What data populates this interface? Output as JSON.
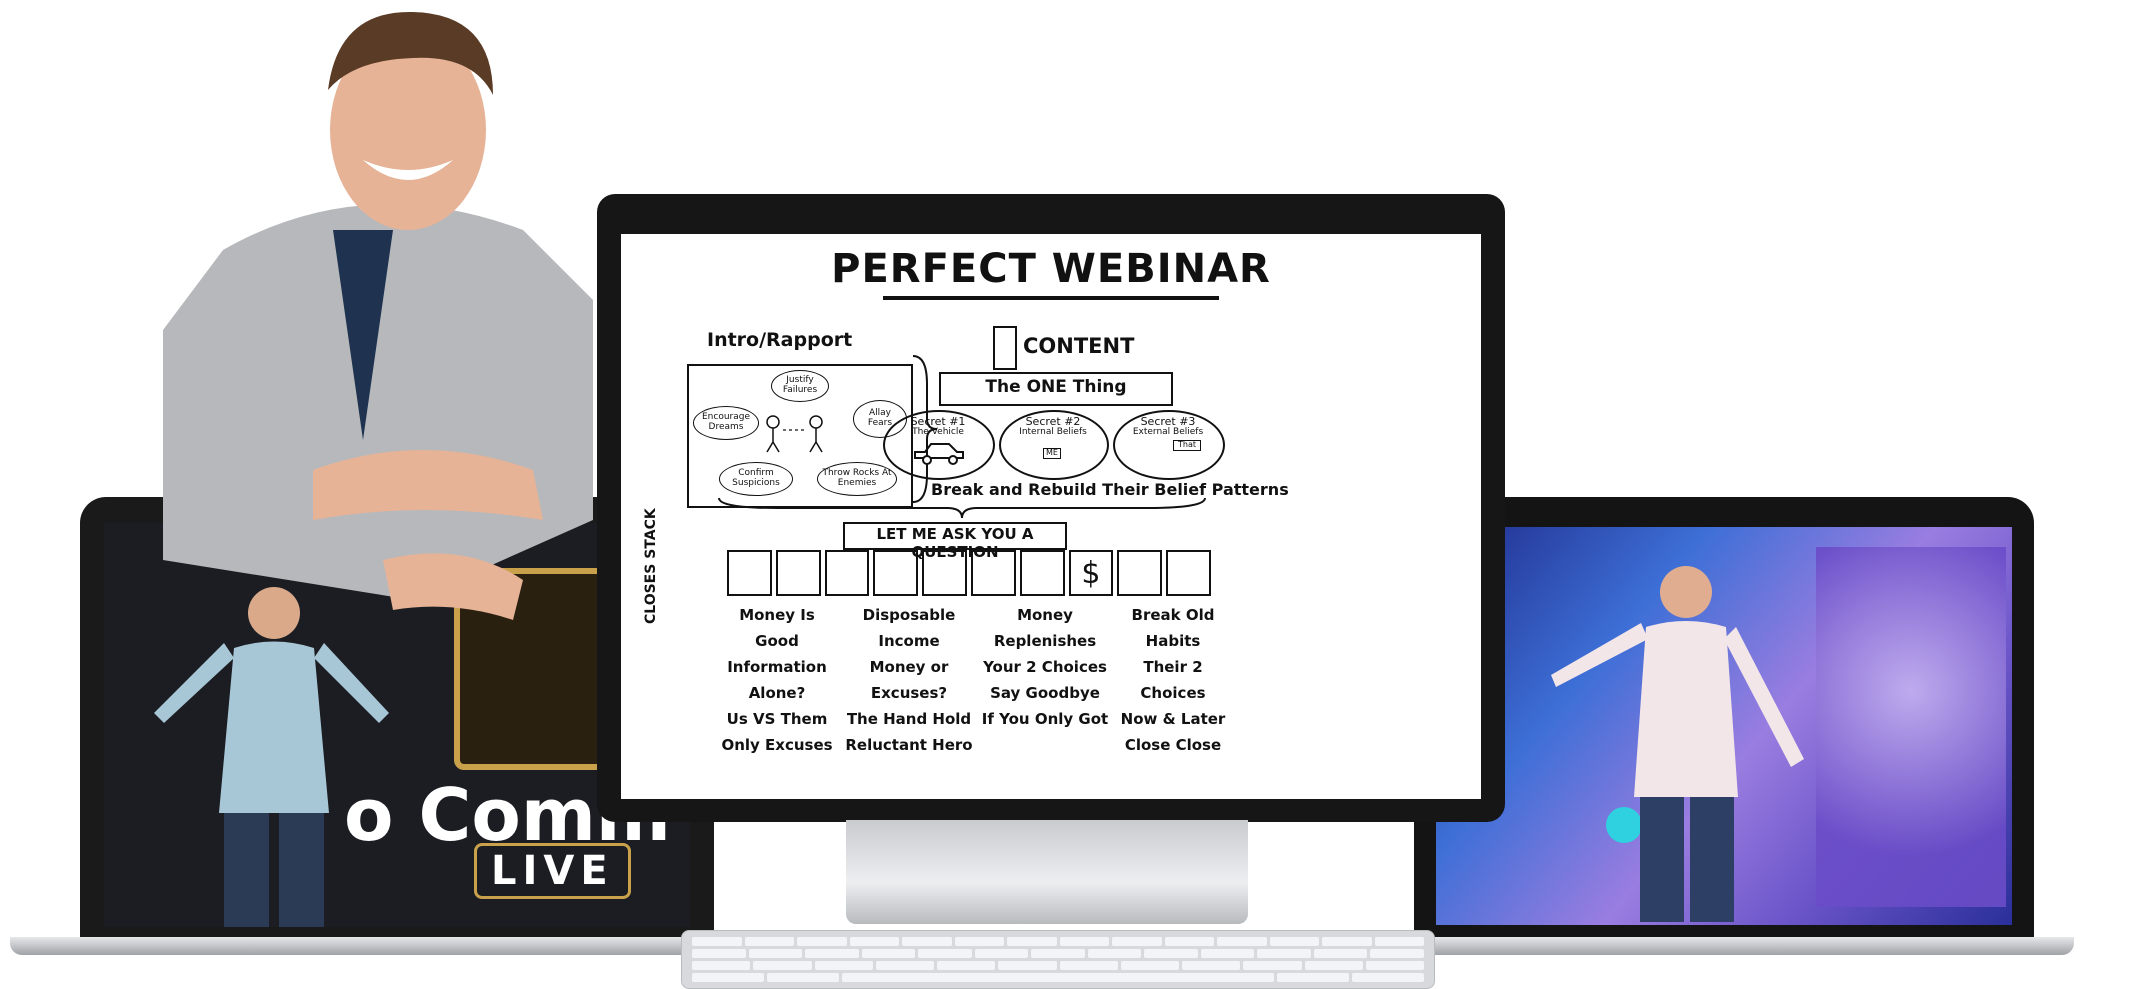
{
  "whiteboard": {
    "title": "PERFECT WEBINAR",
    "intro_label": "Intro/Rapport",
    "intro_bubbles": [
      "Justify Failures",
      "Encourage Dreams",
      "Allay Fears",
      "Confirm Suspicions",
      "Throw Rocks At Enemies"
    ],
    "content_label": "CONTENT",
    "one_thing": "The ONE Thing",
    "secrets": [
      {
        "title": "Secret #1",
        "subtitle": "The Vehicle"
      },
      {
        "title": "Secret #2",
        "subtitle": "Internal Beliefs"
      },
      {
        "title": "Secret #3",
        "subtitle": "External Beliefs"
      }
    ],
    "me_label": "ME",
    "that_label": "That",
    "belief_line": "Break and Rebuild Their Belief Patterns",
    "question": "LET ME ASK YOU A QUESTION",
    "closes_stack": "CLOSES STACK",
    "dollar": "$",
    "columns": [
      [
        "Money Is Good",
        "Information Alone?",
        "Us VS Them",
        "Only Excuses"
      ],
      [
        "Disposable Income",
        "Money or Excuses?",
        "The Hand Hold",
        "Reluctant Hero"
      ],
      [
        "Money Replenishes",
        "Your 2 Choices",
        "Say Goodbye",
        "If You Only Got"
      ],
      [
        "Break Old Habits",
        "Their 2 Choices",
        "Now & Later",
        "Close Close"
      ]
    ]
  },
  "left_laptop": {
    "sign_text": "o Comm",
    "live_badge": "LIVE"
  },
  "colors": {
    "bezel": "#161616",
    "sign_gold": "#c9a14a",
    "stage_blue": "#3d6fd6",
    "stage_purple": "#9a7de0"
  }
}
